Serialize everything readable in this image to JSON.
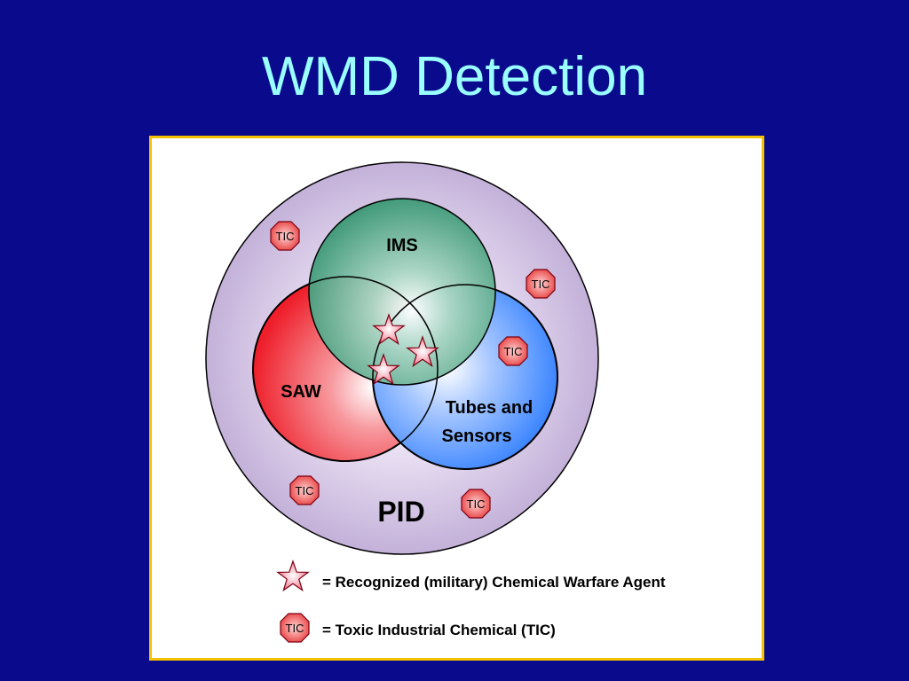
{
  "slide": {
    "title": "WMD Detection",
    "background_color": "#0a0a8c",
    "title_color": "#99ffff",
    "panel_border_color": "#f3c200"
  },
  "diagram": {
    "outer_label": "PID",
    "circles": {
      "ims": "IMS",
      "saw": "SAW",
      "tubes_line1": "Tubes and",
      "tubes_line2": "Sensors"
    },
    "tic_label": "TIC",
    "tic_badge_count_in_diagram": 5,
    "cwa_star_count_in_diagram": 3
  },
  "legend": {
    "star_text": "= Recognized (military) Chemical Warfare Agent",
    "tic_text": "= Toxic Industrial Chemical (TIC)"
  },
  "colors": {
    "pid": "#c6b3d9",
    "ims": "#3f9a78",
    "saw": "#ee1f2b",
    "tubes": "#3d86ff",
    "tic_badge": "#e73838",
    "star": "#f2768d"
  }
}
